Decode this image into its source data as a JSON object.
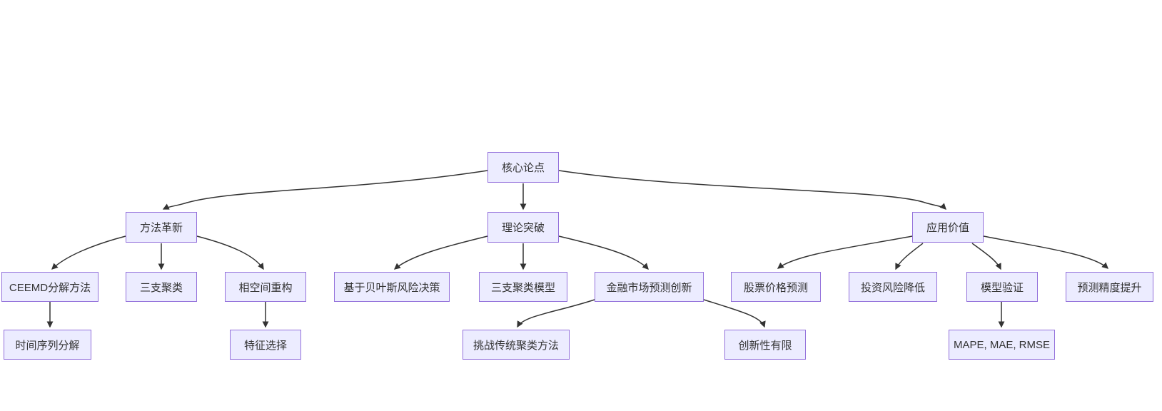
{
  "diagram": {
    "type": "flowchart-tree",
    "background_color": "#ffffff",
    "node_fill_color": "#ECECFF",
    "node_border_color": "#9370DB",
    "node_text_color": "#333333",
    "edge_color": "#333333",
    "nodes": [
      {
        "id": "core-argument",
        "label": "核心论点"
      },
      {
        "id": "method-innovation",
        "label": "方法革新"
      },
      {
        "id": "theoretical-breakthrough",
        "label": "理论突破"
      },
      {
        "id": "application-value",
        "label": "应用价值"
      },
      {
        "id": "ceemd-decomposition",
        "label": "CEEMD分解方法"
      },
      {
        "id": "three-way-clustering",
        "label": "三支聚类"
      },
      {
        "id": "phase-space-reconstruction",
        "label": "相空间重构"
      },
      {
        "id": "bayesian-risk-decision",
        "label": "基于贝叶斯风险决策"
      },
      {
        "id": "three-way-clustering-model",
        "label": "三支聚类模型"
      },
      {
        "id": "financial-market-prediction-innovation",
        "label": "金融市场预测创新"
      },
      {
        "id": "stock-price-prediction",
        "label": "股票价格预测"
      },
      {
        "id": "investment-risk-reduction",
        "label": "投资风险降低"
      },
      {
        "id": "model-validation",
        "label": "模型验证"
      },
      {
        "id": "prediction-accuracy-improvement",
        "label": "预测精度提升"
      },
      {
        "id": "time-series-decomposition",
        "label": "时间序列分解"
      },
      {
        "id": "feature-selection",
        "label": "特征选择"
      },
      {
        "id": "challenge-traditional-clustering",
        "label": "挑战传统聚类方法"
      },
      {
        "id": "limited-innovation",
        "label": "创新性有限"
      },
      {
        "id": "evaluation-metrics",
        "label": "MAPE, MAE, RMSE"
      }
    ],
    "edges": [
      {
        "from": "core-argument",
        "to": "method-innovation"
      },
      {
        "from": "core-argument",
        "to": "theoretical-breakthrough"
      },
      {
        "from": "core-argument",
        "to": "application-value"
      },
      {
        "from": "method-innovation",
        "to": "ceemd-decomposition"
      },
      {
        "from": "method-innovation",
        "to": "three-way-clustering"
      },
      {
        "from": "method-innovation",
        "to": "phase-space-reconstruction"
      },
      {
        "from": "theoretical-breakthrough",
        "to": "bayesian-risk-decision"
      },
      {
        "from": "theoretical-breakthrough",
        "to": "three-way-clustering-model"
      },
      {
        "from": "theoretical-breakthrough",
        "to": "financial-market-prediction-innovation"
      },
      {
        "from": "application-value",
        "to": "stock-price-prediction"
      },
      {
        "from": "application-value",
        "to": "investment-risk-reduction"
      },
      {
        "from": "application-value",
        "to": "model-validation"
      },
      {
        "from": "application-value",
        "to": "prediction-accuracy-improvement"
      },
      {
        "from": "ceemd-decomposition",
        "to": "time-series-decomposition"
      },
      {
        "from": "phase-space-reconstruction",
        "to": "feature-selection"
      },
      {
        "from": "financial-market-prediction-innovation",
        "to": "challenge-traditional-clustering"
      },
      {
        "from": "financial-market-prediction-innovation",
        "to": "limited-innovation"
      },
      {
        "from": "model-validation",
        "to": "evaluation-metrics"
      }
    ]
  }
}
